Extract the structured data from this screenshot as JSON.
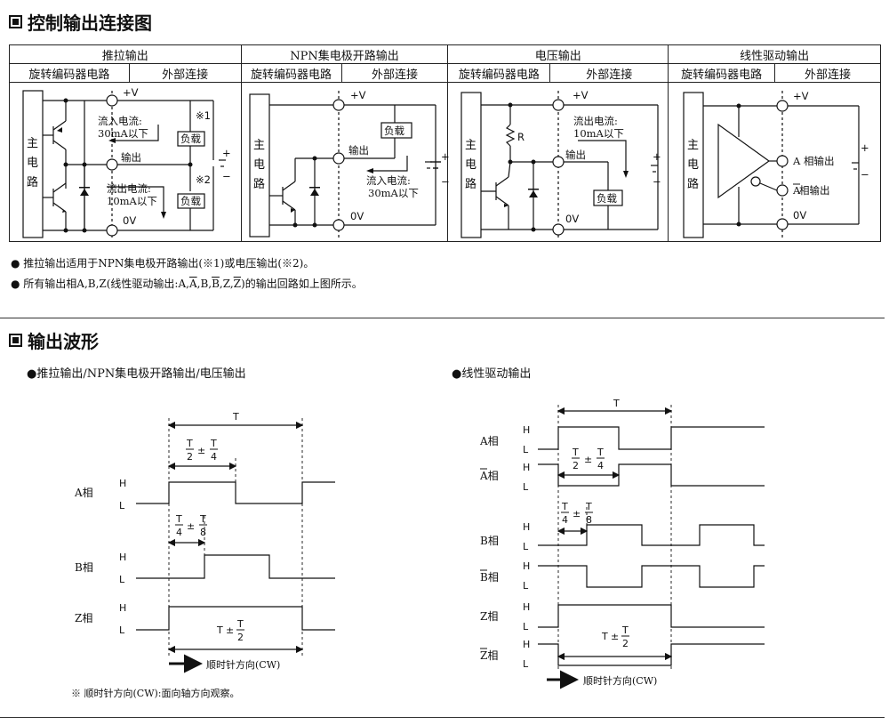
{
  "section1": {
    "title": "控制输出连接图"
  },
  "table": {
    "outputs": [
      {
        "title": "推拉输出",
        "left": "旋转编码器电路",
        "right": "外部连接"
      },
      {
        "title": "NPN集电极开路输出",
        "left": "旋转编码器电路",
        "right": "外部连接"
      },
      {
        "title": "电压输出",
        "left": "旋转编码器电路",
        "right": "外部连接"
      },
      {
        "title": "线性驱动输出",
        "left": "旋转编码器电路",
        "right": "外部连接"
      }
    ]
  },
  "circuit_labels": {
    "main_circuit": [
      "主",
      "电",
      "路"
    ],
    "plus_v": "+V",
    "zero_v": "0V",
    "output": "输出",
    "load": "负载",
    "note1": "※1",
    "note2": "※2",
    "plus": "+",
    "minus": "−",
    "r": "R",
    "pp_sink_1": "流入电流:",
    "pp_sink_2": "30mA以下",
    "pp_src_1": "流出电流:",
    "pp_src_2": "10mA以下",
    "npn_sink_1": "流入电流:",
    "npn_sink_2": "30mA以下",
    "volt_src_1": "流出电流:",
    "volt_src_2": "10mA以下",
    "ld_a": "A 相输出",
    "ld_abar_letter": "A",
    "ld_abar_rest": " 相输出"
  },
  "notes": {
    "n1": "● 推拉输出适用于NPN集电极开路输出(※1)或电压输出(※2)。",
    "n2_pre": "● 所有输出相A,B,Z(线性驱动输出:A,",
    "n2_a": "A",
    "n2_mid1": ",B,",
    "n2_b": "B",
    "n2_mid2": ",Z,",
    "n2_z": "Z",
    "n2_post": ")的输出回路如上图所示。"
  },
  "section2": {
    "title": "输出波形"
  },
  "waveform_left": {
    "heading": "●推拉输出/NPN集电极开路输出/电压输出",
    "phases": [
      "A相",
      "B相",
      "Z相"
    ],
    "h": "H",
    "l": "L",
    "period": "T",
    "pm": "±",
    "frac_num": "T",
    "den2": "2",
    "den4": "4",
    "den8": "8",
    "direction": "顺时针方向(CW)",
    "footnote": "※ 顺时针方向(CW):面向轴方向观察。"
  },
  "waveform_right": {
    "heading": "●线性驱动输出",
    "phases": [
      "A相",
      "A相",
      "B相",
      "B相",
      "Z相",
      "Z相"
    ],
    "h": "H",
    "l": "L",
    "period": "T",
    "direction": "顺时针方向(CW)"
  }
}
